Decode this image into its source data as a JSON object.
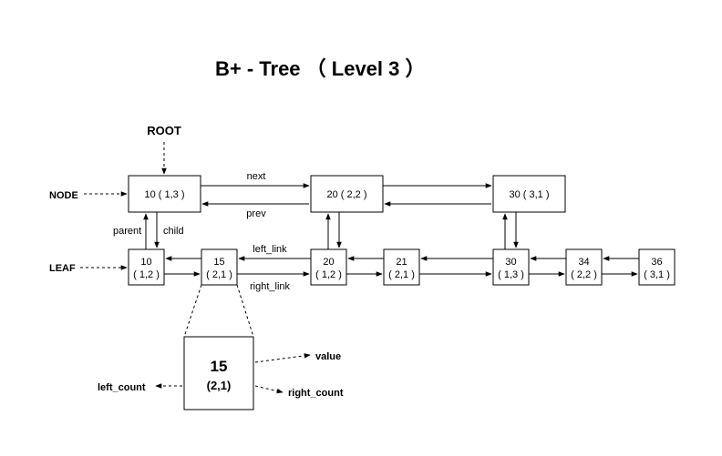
{
  "title": "B+ - Tree （ Level 3 ）",
  "labels": {
    "root": "ROOT",
    "node": "NODE",
    "leaf": "LEAF",
    "next": "next",
    "prev": "prev",
    "parent": "parent",
    "child": "child",
    "left_link": "left_link",
    "right_link": "right_link",
    "value": "value",
    "left_count": "left_count",
    "right_count": "right_count"
  },
  "nodes": [
    {
      "label": "10 ( 1,3 )"
    },
    {
      "label": "20 ( 2,2 )"
    },
    {
      "label": "30 ( 3,1 )"
    }
  ],
  "leaves": [
    {
      "key": "10",
      "counts": "( 1,2 )"
    },
    {
      "key": "15",
      "counts": "( 2,1 )"
    },
    {
      "key": "20",
      "counts": "( 1,2 )"
    },
    {
      "key": "21",
      "counts": "( 2,1 )"
    },
    {
      "key": "30",
      "counts": "( 1,3 )"
    },
    {
      "key": "34",
      "counts": "( 2,2 )"
    },
    {
      "key": "36",
      "counts": "( 3,1 )"
    }
  ],
  "zoom": {
    "key": "15",
    "counts": "(2,1)"
  }
}
